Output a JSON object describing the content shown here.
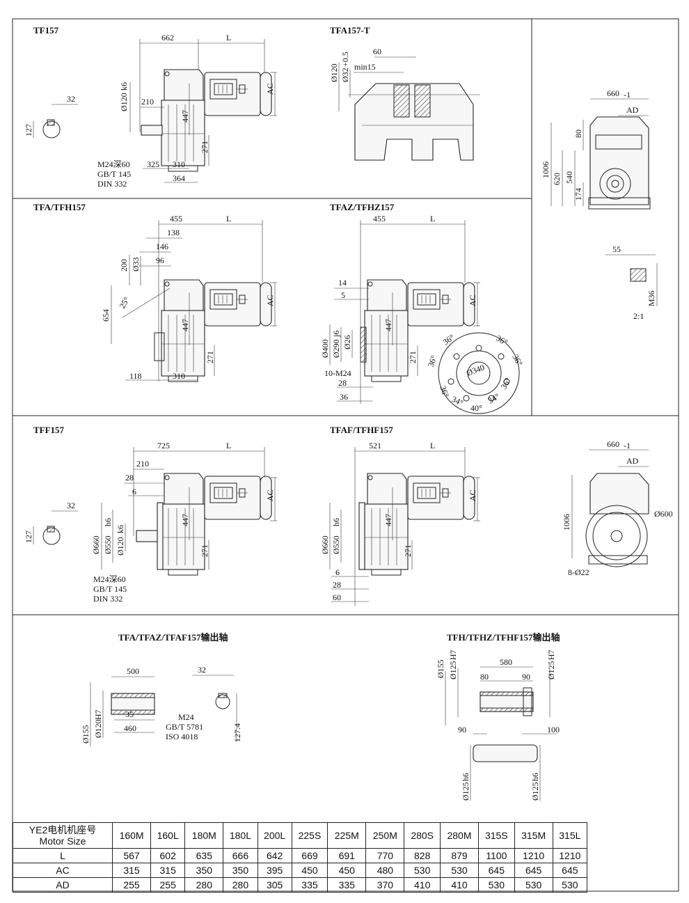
{
  "views": {
    "tf": {
      "title": "TF157",
      "dims": {
        "d662": "662",
        "dL": "L",
        "d120": "Ø120",
        "d120tol": "k6",
        "d210": "210",
        "d447": "447",
        "dAC": "AC",
        "d271": "271",
        "d325": "325",
        "d310": "310",
        "d364": "364",
        "d32": "32",
        "d127": "127"
      },
      "note": [
        "M24深60",
        "GB/T 145",
        "DIN 332"
      ]
    },
    "tfa_t": {
      "title": "TFA157-T",
      "dims": {
        "d60": "60",
        "dmin15": "min15",
        "d120": "Ø120",
        "d32": "Ø32",
        "d32tol": "+0.5"
      }
    },
    "side_top": {
      "dims": {
        "d660": "660",
        "d660tol": "-1",
        "dAD": "AD",
        "d80": "80",
        "d1006": "1006",
        "d620": "620",
        "d540": "540",
        "d174": "174"
      }
    },
    "detail": {
      "dims": {
        "d55": "55",
        "dM36": "M36"
      },
      "scale": "2:1"
    },
    "tfa_tfh": {
      "title": "TFA/TFH157",
      "dims": {
        "d455": "455",
        "dL": "L",
        "d138": "138",
        "d146": "146",
        "d96": "96",
        "d200": "200",
        "d33": "Ø33",
        "d25": "25°",
        "d654": "654",
        "d447": "447",
        "dAC": "AC",
        "d271": "271",
        "d118": "118",
        "d310": "310"
      }
    },
    "tfaz_tfhz": {
      "title": "TFAZ/TFHZ157",
      "dims": {
        "d455": "455",
        "dL": "L",
        "d14": "14",
        "d5": "5",
        "dAC": "AC",
        "d447": "447",
        "d271": "271",
        "d400": "Ø400",
        "d290": "Ø290",
        "d290tol": "j6",
        "d26": "Ø26",
        "dM24": "10-M24",
        "d28": "28",
        "d36": "36",
        "a1": "36°",
        "a2": "36°",
        "a3": "36°",
        "a4": "36°",
        "a5": "36°",
        "a6": "36°",
        "a7": "34°",
        "a8": "40°",
        "a9": "34°",
        "d340": "Ø340"
      }
    },
    "tff": {
      "title": "TFF157",
      "dims": {
        "d725": "725",
        "dL": "L",
        "d210": "210",
        "d28": "28",
        "d6": "6",
        "d660": "Ø660",
        "d550": "Ø550",
        "d550tol": "h6",
        "d120": "Ø120",
        "d120tol": "k6",
        "d447": "447",
        "dAC": "AC",
        "d271": "271",
        "d32": "32",
        "d127": "127"
      },
      "note": [
        "M24深60",
        "GB/T 145",
        "DIN 332"
      ]
    },
    "tfaf_tfhf": {
      "title": "TFAF/TFHF157",
      "dims": {
        "d521": "521",
        "dL": "L",
        "dAC": "AC",
        "d447": "447",
        "d271": "271",
        "d660": "Ø660",
        "d550": "Ø550",
        "d550tol": "h6",
        "d6": "6",
        "d28": "28",
        "d60": "60"
      }
    },
    "side_flange": {
      "dims": {
        "d660": "660",
        "d660tol": "-1",
        "dAD": "AD",
        "d1006": "1006",
        "d600": "Ø600",
        "d22": "8-Ø22"
      }
    },
    "shaft_a": {
      "title": "TFA/TFAZ/TFAF157输出轴",
      "dims": {
        "d500": "500",
        "d35": "35",
        "d460": "460",
        "d155": "Ø155",
        "d120": "Ø120",
        "d120tol": "H7",
        "d32": "32",
        "d127": "127.4"
      },
      "note": [
        "M24",
        "GB/T 5781",
        "ISO 4018"
      ]
    },
    "shaft_h": {
      "title": "TFH/TFHZ/TFHF157输出轴",
      "dims": {
        "d155": "Ø155",
        "d125a": "Ø125",
        "d125atol": "H7",
        "d580": "580",
        "d80": "80",
        "d90a": "90",
        "d125b": "Ø125",
        "d125btol": "H7",
        "d90b": "90",
        "d100": "100",
        "d125c": "Ø125",
        "d125ctol": "h6",
        "d125d": "Ø125",
        "d125dtol": "h6"
      }
    }
  },
  "table": {
    "header_cn": "YE2电机机座号",
    "header_en": "Motor Size",
    "sizes": [
      "160M",
      "160L",
      "180M",
      "180L",
      "200L",
      "225S",
      "225M",
      "250M",
      "280S",
      "280M",
      "315S",
      "315M",
      "315L"
    ],
    "rows": [
      {
        "label": "L",
        "values": [
          "567",
          "602",
          "635",
          "666",
          "642",
          "669",
          "691",
          "770",
          "828",
          "879",
          "1100",
          "1210",
          "1210"
        ]
      },
      {
        "label": "AC",
        "values": [
          "315",
          "315",
          "350",
          "350",
          "395",
          "450",
          "450",
          "480",
          "530",
          "530",
          "645",
          "645",
          "645"
        ]
      },
      {
        "label": "AD",
        "values": [
          "255",
          "255",
          "280",
          "280",
          "305",
          "335",
          "335",
          "370",
          "410",
          "410",
          "530",
          "530",
          "530"
        ]
      }
    ]
  }
}
